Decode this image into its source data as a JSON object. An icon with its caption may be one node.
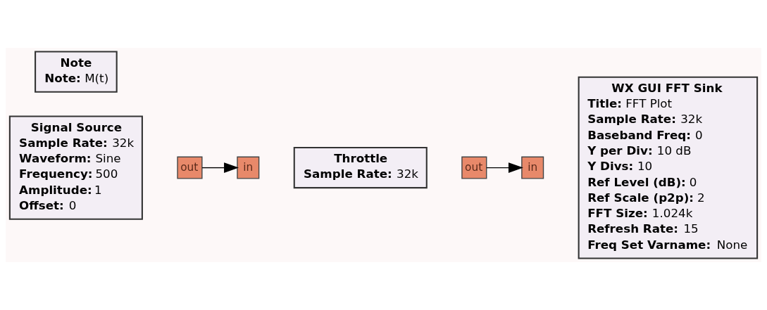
{
  "diagram": {
    "nodes": [
      {
        "text": [
          "Note",
          "**Note:** M(t)"
        ]
      },
      {
        "text": [
          "Signal Source",
          "**Sample Rate:** 32k",
          "**Waveform:** Sine",
          "**Frequency:** 500",
          "**Amplitude:** 1",
          "**Offset:** 0"
        ]
      },
      {
        "text": [
          "out"
        ]
      },
      {
        "text": [
          "in"
        ]
      },
      {
        "text": [
          "Throttle",
          "**Sample Rate:** 32k"
        ]
      },
      {
        "text": [
          "out"
        ]
      },
      {
        "text": [
          "in"
        ]
      },
      {
        "text": [
          "WX GUI FFT Sink",
          "**Title:** FFT Plot",
          "**Sample Rate:** 32k",
          "**Baseband Freq:** 0",
          "**Y per Div:** 10 dB",
          "**Y Divs:** 10",
          "**Ref Level (dB):** 0",
          "**Ref Scale (p2p):** 2",
          "**FFT Size:** 1.024k",
          "**Refresh Rate:** 15",
          "**Freq Set Varname:** None"
        ]
      }
    ],
    "edges": [
      {
        "from": 2,
        "to": 3,
        "arrow": "to"
      },
      {
        "from": 5,
        "to": 6,
        "arrow": "to"
      }
    ]
  }
}
